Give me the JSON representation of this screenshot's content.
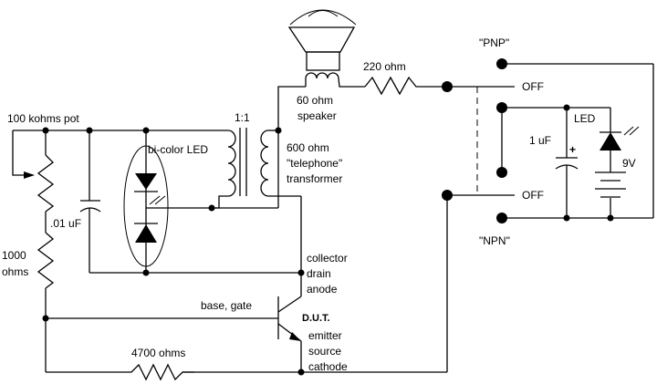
{
  "diagram": {
    "type": "circuit-schematic",
    "labels": {
      "pot": "100 kohms pot",
      "cap_small": ".01 uF",
      "res_1000_a": "1000",
      "res_1000_b": "ohms",
      "bicolor_led": "bi-color LED",
      "ratio": "1:1",
      "speaker_a": "60 ohm",
      "speaker_b": "speaker",
      "transformer_a": "600 ohm",
      "transformer_b": "\"telephone\"",
      "transformer_c": "transformer",
      "res_220": "220 ohm",
      "pnp": "\"PNP\"",
      "npn": "\"NPN\"",
      "off_top": "OFF",
      "off_bottom": "OFF",
      "cap_1uf": "1 uF",
      "cap_plus": "+",
      "led": "LED",
      "battery": "9V",
      "collector": "collector",
      "drain": "drain",
      "anode": "anode",
      "base_gate": "base, gate",
      "dut": "D.U.T.",
      "emitter": "emitter",
      "source": "source",
      "cathode": "cathode",
      "res_4700": "4700 ohms"
    }
  }
}
